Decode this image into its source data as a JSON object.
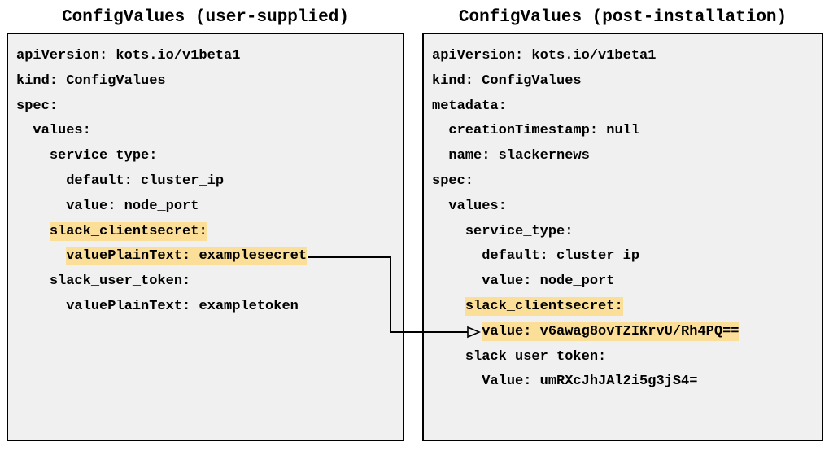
{
  "colors": {
    "canvas_bg": "#ffffff",
    "panel_bg": "#f0f0f0",
    "border": "#000000",
    "text": "#000000",
    "highlight": "#fbdf98"
  },
  "left_panel": {
    "title": "ConfigValues (user-supplied)",
    "lines": [
      {
        "indent": 0,
        "text": "apiVersion: kots.io/v1beta1",
        "highlight": false
      },
      {
        "indent": 0,
        "text": "kind: ConfigValues",
        "highlight": false
      },
      {
        "indent": 0,
        "text": "spec:",
        "highlight": false
      },
      {
        "indent": 2,
        "text": "values:",
        "highlight": false
      },
      {
        "indent": 4,
        "text": "service_type:",
        "highlight": false
      },
      {
        "indent": 6,
        "text": "default: cluster_ip",
        "highlight": false
      },
      {
        "indent": 6,
        "text": "value: node_port",
        "highlight": false
      },
      {
        "indent": 4,
        "text": "slack_clientsecret:",
        "highlight": true
      },
      {
        "indent": 6,
        "text": "valuePlainText: examplesecret",
        "highlight": true
      },
      {
        "indent": 4,
        "text": "slack_user_token:",
        "highlight": false
      },
      {
        "indent": 6,
        "text": "valuePlainText: exampletoken",
        "highlight": false
      }
    ]
  },
  "right_panel": {
    "title": "ConfigValues (post-installation)",
    "lines": [
      {
        "indent": 0,
        "text": "apiVersion: kots.io/v1beta1",
        "highlight": false
      },
      {
        "indent": 0,
        "text": "kind: ConfigValues",
        "highlight": false
      },
      {
        "indent": 0,
        "text": "metadata:",
        "highlight": false
      },
      {
        "indent": 2,
        "text": "creationTimestamp: null",
        "highlight": false
      },
      {
        "indent": 2,
        "text": "name: slackernews",
        "highlight": false
      },
      {
        "indent": 0,
        "text": "spec:",
        "highlight": false
      },
      {
        "indent": 2,
        "text": "values:",
        "highlight": false
      },
      {
        "indent": 4,
        "text": "service_type:",
        "highlight": false
      },
      {
        "indent": 6,
        "text": "default: cluster_ip",
        "highlight": false
      },
      {
        "indent": 6,
        "text": "value: node_port",
        "highlight": false
      },
      {
        "indent": 4,
        "text": "slack_clientsecret:",
        "highlight": true
      },
      {
        "indent": 6,
        "text": "value: v6awag8ovTZIKrvU/Rh4PQ==",
        "highlight": true
      },
      {
        "indent": 4,
        "text": "slack_user_token:",
        "highlight": false
      },
      {
        "indent": 6,
        "text": "Value: umRXcJhJAl2i5g3jS4=",
        "highlight": false
      }
    ]
  }
}
